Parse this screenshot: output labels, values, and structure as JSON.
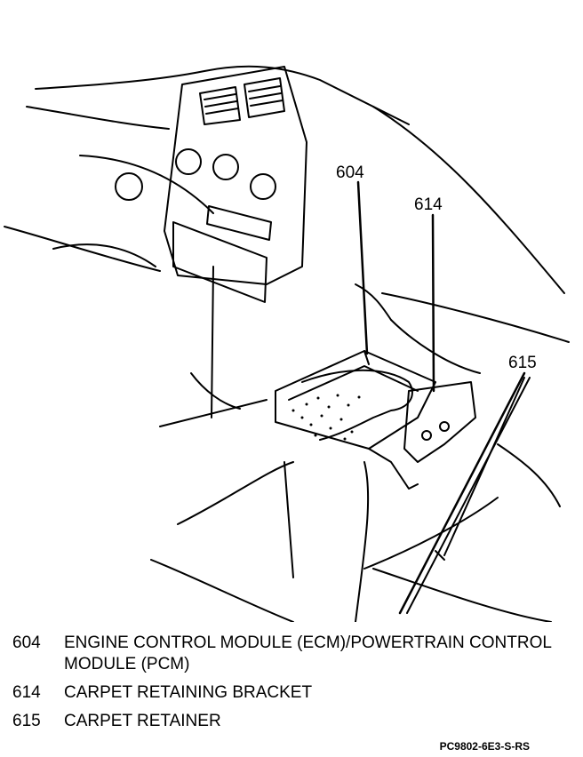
{
  "callouts": [
    {
      "number": "604",
      "description": "ENGINE CONTROL MODULE (ECM)/POWERTRAIN CONTROL MODULE (PCM)"
    },
    {
      "number": "614",
      "description": "CARPET RETAINING BRACKET"
    },
    {
      "number": "615",
      "description": "CARPET RETAINER"
    }
  ],
  "figure_id": "PC9802-6E3-S-RS"
}
